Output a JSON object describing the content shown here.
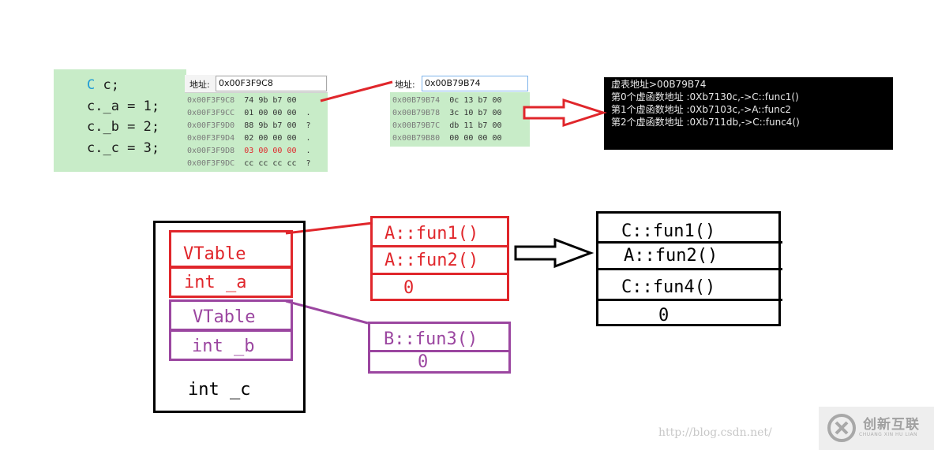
{
  "code": {
    "lines": [
      {
        "kw": "C",
        "rest": " c;"
      },
      {
        "kw": "",
        "rest": "c._a = 1;"
      },
      {
        "kw": "",
        "rest": "c._b = 2;"
      },
      {
        "kw": "",
        "rest": "c._c = 3;"
      }
    ]
  },
  "memory1": {
    "label": "地址:",
    "address": "0x00F3F9C8",
    "rows": [
      {
        "addr": "0x00F3F9C8",
        "bytes": "74 9b b7 00",
        "ascii": ""
      },
      {
        "addr": "0x00F3F9CC",
        "bytes": "01 00 00 00",
        "ascii": "."
      },
      {
        "addr": "0x00F3F9D0",
        "bytes": "88 9b b7 00",
        "ascii": "?"
      },
      {
        "addr": "0x00F3F9D4",
        "bytes": "02 00 00 00",
        "ascii": "."
      },
      {
        "addr": "0x00F3F9D8",
        "bytes": "03 00 00 00",
        "ascii": "."
      },
      {
        "addr": "0x00F3F9DC",
        "bytes": "cc cc cc cc",
        "ascii": "?"
      }
    ]
  },
  "memory2": {
    "label": "地址:",
    "address": "0x00B79B74",
    "rows": [
      {
        "addr": "0x00B79B74",
        "bytes": "0c 13 b7 00"
      },
      {
        "addr": "0x00B79B78",
        "bytes": "3c 10 b7 00"
      },
      {
        "addr": "0x00B79B7C",
        "bytes": "db 11 b7 00"
      },
      {
        "addr": "0x00B79B80",
        "bytes": "00 00 00 00"
      }
    ]
  },
  "console": {
    "lines": [
      "虚表地址>00B79B74",
      "第0个虚函数地址 :0Xb7130c,->C::func1()",
      "第1个虚函数地址 :0Xb7103c,->A::func2",
      "第2个虚函数地址 :0Xb711db,->C::func4()"
    ]
  },
  "object_layout": {
    "a_vtable": "VTable",
    "a_member": "int _a",
    "b_vtable": "VTable",
    "b_member": "int _b",
    "c_member": "int _c"
  },
  "vtable_a": {
    "entries": [
      "A::fun1()",
      "A::fun2()",
      "0"
    ]
  },
  "vtable_b": {
    "entries": [
      "B::fun3()",
      "0"
    ]
  },
  "vtable_c": {
    "entries": [
      "C::fun1()",
      "A::fun2()",
      "C::fun4()",
      "0"
    ]
  },
  "watermark": {
    "url": "http://blog.csdn.net/",
    "brand": "创新互联",
    "sub": "CHUANG XIN HU LIAN"
  },
  "colors": {
    "red": "#e0262b",
    "purple": "#9b46a0",
    "panel_green": "#c8ecc8"
  }
}
